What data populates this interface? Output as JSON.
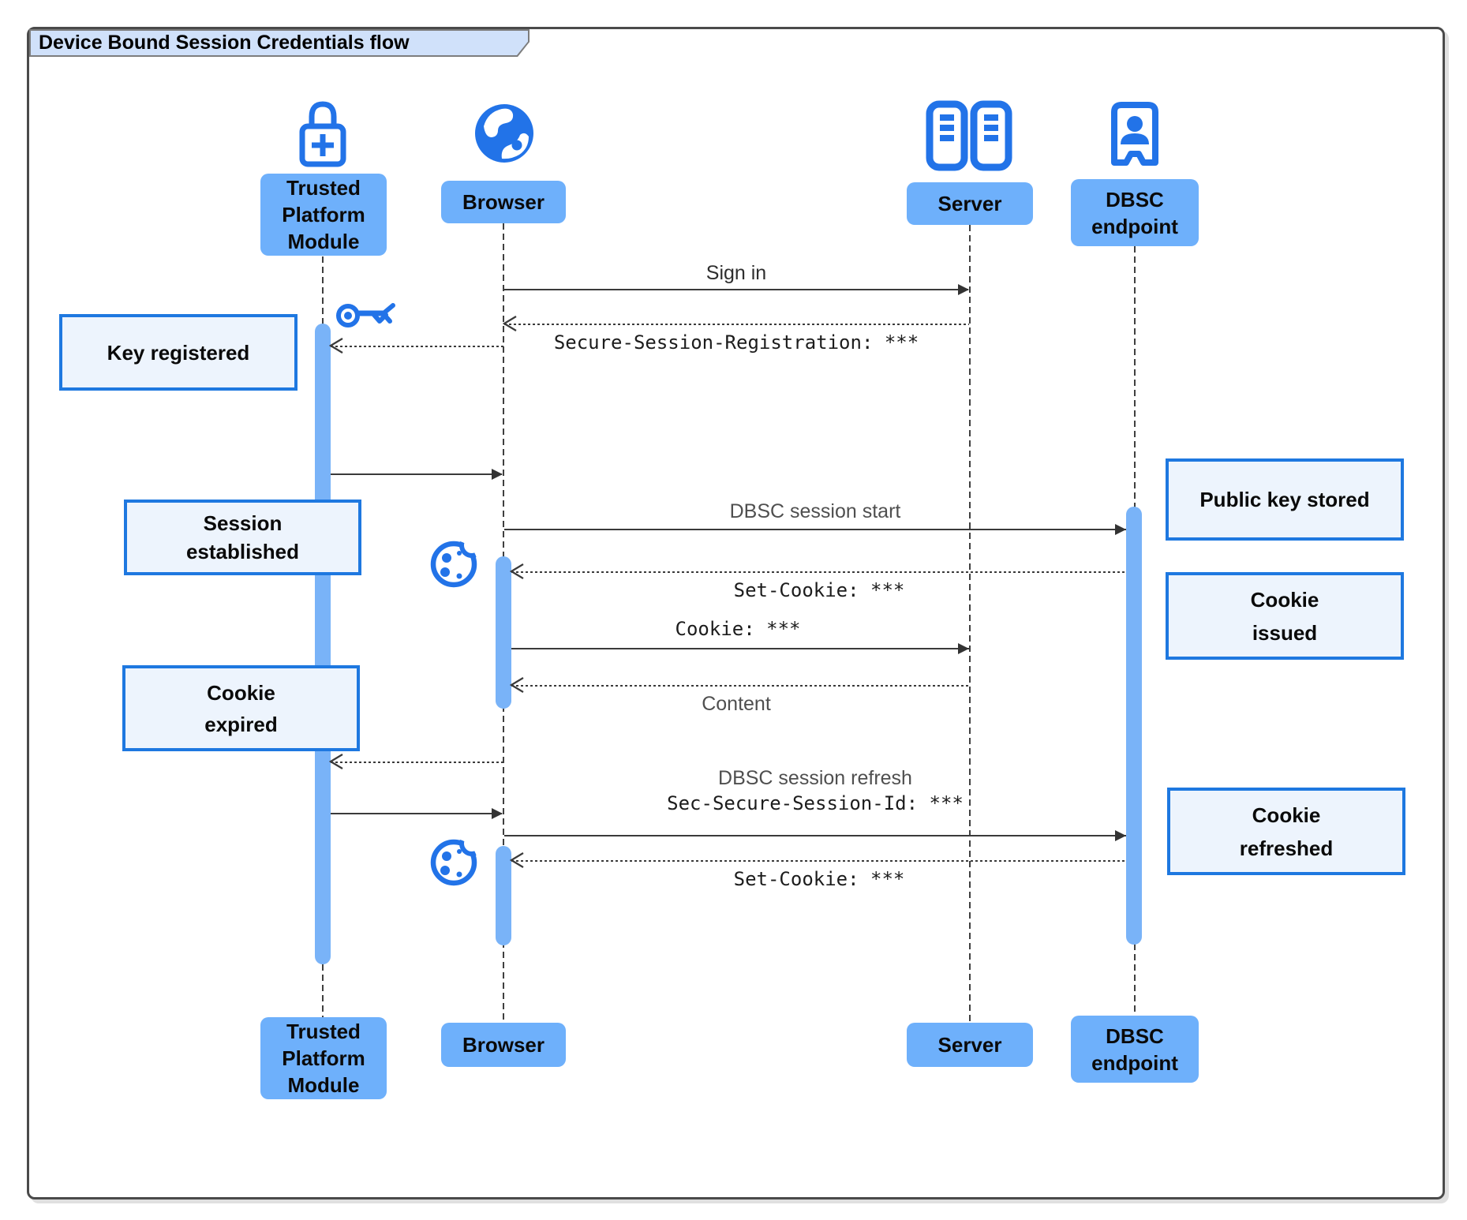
{
  "title": "Device Bound Session Credentials flow",
  "participants": {
    "tpm": {
      "lines": [
        "Trusted",
        "Platform",
        "Module"
      ],
      "icon": "lock-plus-icon"
    },
    "browser": {
      "lines": [
        "Browser"
      ],
      "icon": "globe-icon"
    },
    "server": {
      "lines": [
        "Server"
      ],
      "icon": "server-racks-icon"
    },
    "dbsc": {
      "lines": [
        "DBSC",
        "endpoint"
      ],
      "icon": "booth-person-icon"
    }
  },
  "messages": {
    "sign_in": "Sign in",
    "secure_session_registration": "Secure-Session-Registration: ***",
    "dbsc_session_start": "DBSC session start",
    "set_cookie_1": "Set-Cookie: ***",
    "cookie": "Cookie: ***",
    "content": "Content",
    "dbsc_session_refresh": "DBSC session refresh",
    "sec_secure_session_id": "Sec-Secure-Session-Id: ***",
    "set_cookie_2": "Set-Cookie: ***"
  },
  "notes": {
    "key_registered": {
      "lines": [
        "Key registered"
      ]
    },
    "session_established": {
      "lines": [
        "Session",
        "established"
      ]
    },
    "cookie_expired": {
      "lines": [
        "Cookie",
        "expired"
      ]
    },
    "public_key_stored": {
      "lines": [
        "Public key stored"
      ]
    },
    "cookie_issued": {
      "lines": [
        "Cookie",
        "issued"
      ]
    },
    "cookie_refreshed": {
      "lines": [
        "Cookie",
        "refreshed"
      ]
    }
  },
  "decorative_icons": {
    "key": "key-icon",
    "cookie_1": "cookie-icon",
    "cookie_2": "cookie-icon"
  },
  "colors": {
    "icon_blue": "#2273e8",
    "participant_fill": "#6eb0fb",
    "activation_fill": "#79b3f8",
    "note_fill": "#edf4fd",
    "note_border": "#1e78e0",
    "title_tab_fill": "#d0e1fa",
    "arrow": "#3a3a3a"
  }
}
